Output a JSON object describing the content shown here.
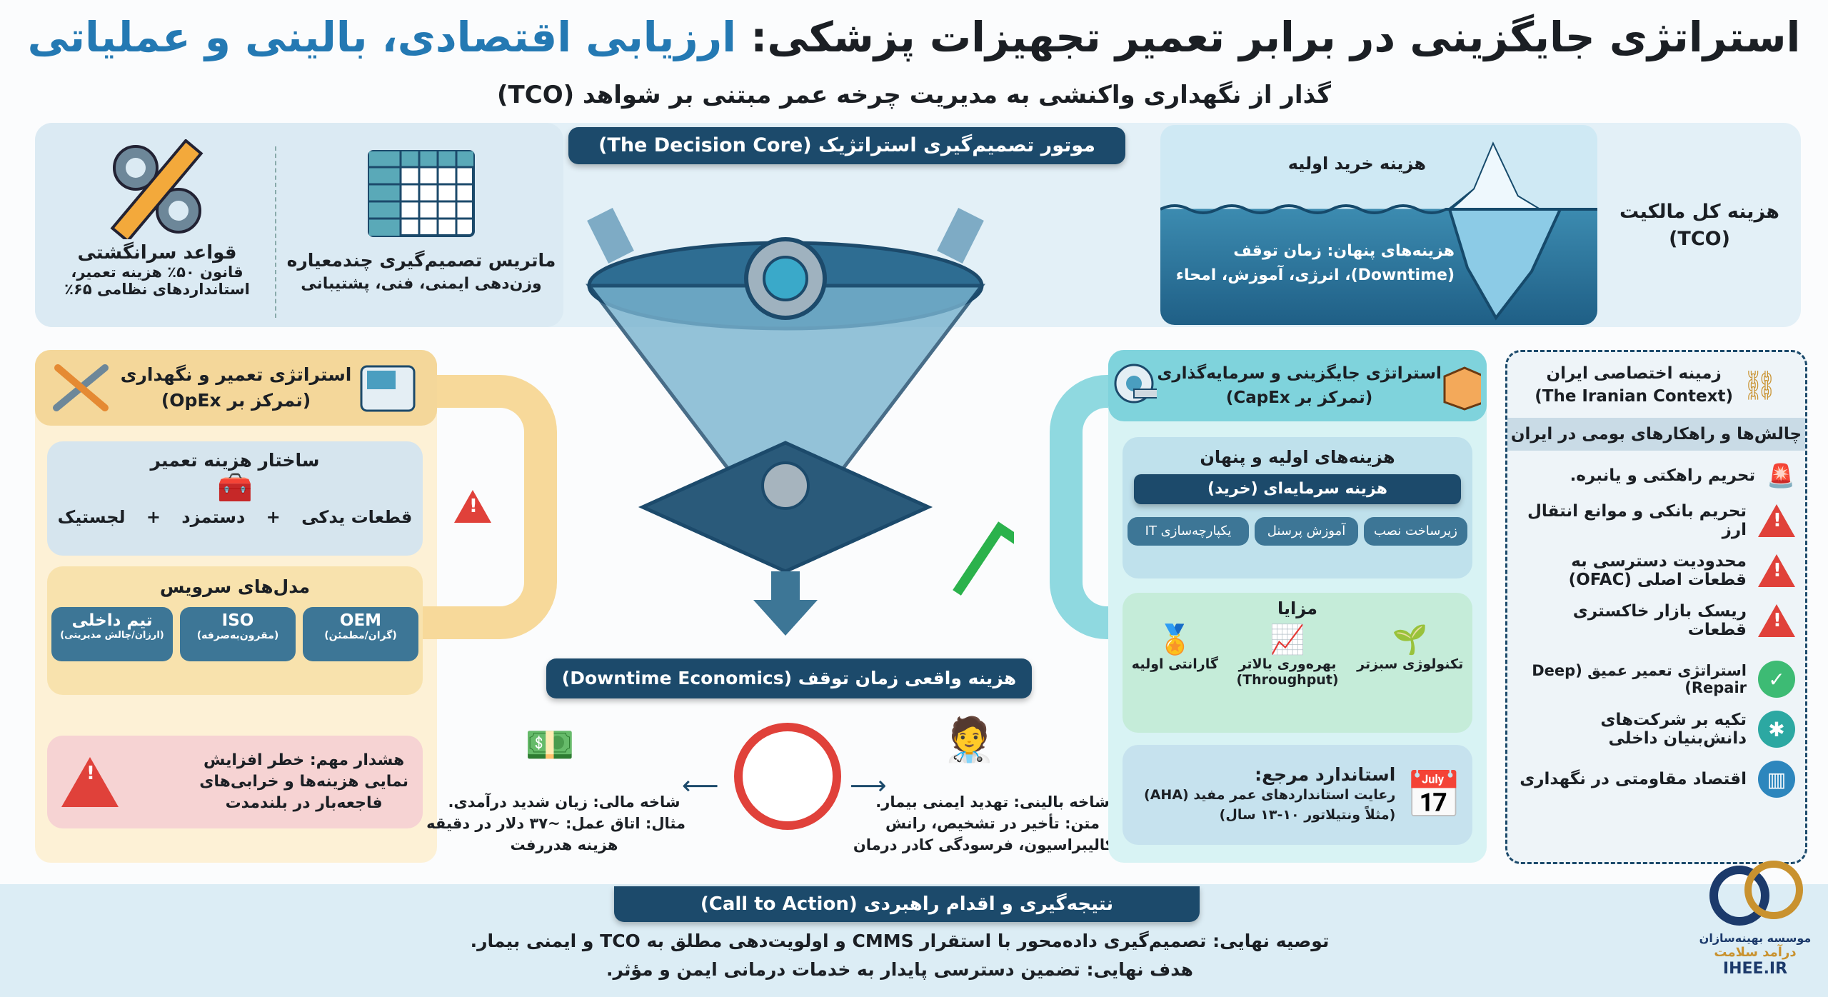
{
  "header": {
    "title_main": "استراتژی جایگزینی در برابر تعمیر تجهیزات پزشکی:",
    "title_accent": "ارزیابی اقتصادی، بالینی و عملیاتی",
    "subtitle": "گذار از نگهداری واکنشی به مدیریت چرخه عمر مبتنی بر شواهد (TCO)"
  },
  "top": {
    "rules": {
      "title": "قواعد سرانگشتی",
      "line1": "قانون ۵۰٪ هزینه تعمیر،",
      "line2": "استانداردهای نظامی ۶۵٪"
    },
    "matrix": {
      "title": "ماتریس تصمیم‌گیری چندمعیاره",
      "line1": "وزن‌دهی ایمنی، فنی، پشتیبانی"
    },
    "core_label": "موتور تصمیم‌گیری استراتژیک (The Decision Core)",
    "iceberg": {
      "tip": "هزینه خرید اولیه",
      "hidden1": "هزینه‌های پنهان: زمان توقف",
      "hidden2": "(Downtime)، انرژی، آموزش، امحاء"
    },
    "tco": {
      "line1": "هزینه کل مالکیت",
      "line2": "(TCO)"
    }
  },
  "opex": {
    "title1": "استراتژی تعمیر و نگهداری",
    "title2": "(تمرکز بر OpEx)",
    "cost_structure": {
      "title": "ساختار هزینه تعمیر",
      "items": [
        "قطعات یدکی",
        "دستمزد",
        "لجستیک"
      ],
      "plus": "+"
    },
    "service_models": {
      "title": "مدل‌های سرویس",
      "models": [
        {
          "name": "OEM",
          "note": "(گران/مطمئن)"
        },
        {
          "name": "ISO",
          "note": "(مقرون‌به‌صرفه)"
        },
        {
          "name": "تیم داخلی",
          "note": "(ارزان/چالش مدیریتی)"
        }
      ]
    },
    "warning": {
      "line1": "هشدار مهم: خطر افزایش",
      "line2": "نمایی هزینه‌ها و خرابی‌های",
      "line3": "فاجعه‌بار در بلندمدت"
    }
  },
  "downtime": {
    "banner": "هزینه واقعی زمان توقف (Downtime Economics)",
    "clinical": {
      "line1": "شاخه بالینی: تهدید ایمنی بیمار.",
      "line2": "متن: تأخیر در تشخیص، رانش",
      "line3": "کالیبراسیون، فرسودگی کادر درمان"
    },
    "financial": {
      "line1": "شاخه مالی: زیان شدید درآمدی.",
      "line2": "مثال: اتاق عمل: ~۳۷ دلار در دقیقه",
      "line3": "هزینه هدررفت"
    }
  },
  "capex": {
    "title1": "استراتژی جایگزینی و سرمایه‌گذاری",
    "title2": "(تمرکز بر CapEx)",
    "costs": {
      "title": "هزینه‌های اولیه و پنهان",
      "main": "هزینه سرمایه‌ای (خرید)",
      "items": [
        "زیرساخت نصب",
        "آموزش پرسنل",
        "یکپارچه‌سازی IT"
      ]
    },
    "benefits": {
      "title": "مزایا",
      "items": [
        {
          "line1": "تکنولوژی سبزتر",
          "line2": ""
        },
        {
          "line1": "بهره‌وری بالاتر",
          "line2": "(Throughput)"
        },
        {
          "line1": "گارانتی اولیه",
          "line2": ""
        }
      ]
    },
    "standard": {
      "title": "استاندارد مرجع:",
      "line1": "رعایت استانداردهای عمر مفید (AHA)",
      "line2": "(مثلاً ونتیلاتور ۱۰-۱۳ سال)"
    }
  },
  "iran": {
    "title1": "زمینه اختصاصی ایران",
    "title2": "(The Iranian Context)",
    "subheader": "چالش‌ها و راهکارهای بومی در ایران",
    "challenges": [
      "تحریم راهکتی و یانبره.",
      "تحریم بانکی و موانع انتقال ارز",
      "محدودیت دسترسی به قطعات اصلی (OFAC)",
      "ریسک بازار خاکستری قطعات"
    ],
    "solutions": [
      "استراتژی تعمیر عمیق (Deep Repair)",
      "تکیه بر شرکت‌های دانش‌بنیان داخلی",
      "اقتصاد مقاومتی در نگهداری"
    ]
  },
  "cta": {
    "banner": "نتیجه‌گیری و اقدام راهبردی (Call to Action)",
    "line1": "توصیه نهایی: تصمیم‌گیری داده‌محور با استقرار CMMS و اولویت‌دهی مطلق به TCO و ایمنی بیمار.",
    "line2": "هدف نهایی: تضمین دسترسی پایدار به خدمات درمانی ایمن و مؤثر."
  },
  "logo": {
    "line1": "موسسه بهینه‌سازان",
    "line2": "درآمد سلامت",
    "site": "IHEE.IR"
  },
  "colors": {
    "accent": "#2479b3",
    "dark": "#1c4a6b",
    "opex": "#f4d79a",
    "capex": "#7fd3dc",
    "danger": "#e0413a",
    "success": "#3dbb74"
  }
}
